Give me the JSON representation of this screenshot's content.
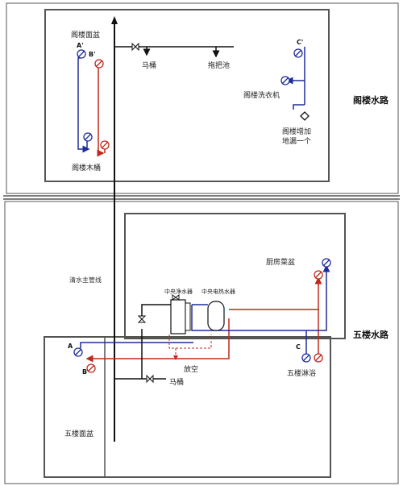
{
  "colors": {
    "cold": "#1f2d9c",
    "hot": "#c0281c",
    "main": "#111111",
    "wall": "#555555",
    "valve_fill": "#ffffff"
  },
  "attic": {
    "section_label": "阁楼水路",
    "basin_label": "阁楼面盆",
    "tap_a_letter": "A'",
    "tap_b_letter": "B'",
    "tap_c_letter": "C'",
    "toilet_label": "马桶",
    "mop_sink_label": "拖把池",
    "washer_label": "阁楼洗衣机",
    "drain_note_line1": "阁楼增加",
    "drain_note_line2": "地漏一个",
    "tub_label": "阁楼木桶"
  },
  "fifth": {
    "section_label": "五楼水路",
    "main_line_label": "清水主管线",
    "kitchen_label": "厨房菜盆",
    "purifier_label": "中央净水器",
    "heater_label": "中央电热水器",
    "tap_a_letter": "A",
    "tap_b_letter": "B",
    "tap_c_letter": "C",
    "drain_label": "放空",
    "toilet_label": "马桶",
    "shower_label": "五楼淋浴",
    "basin_label": "五楼面盆"
  }
}
